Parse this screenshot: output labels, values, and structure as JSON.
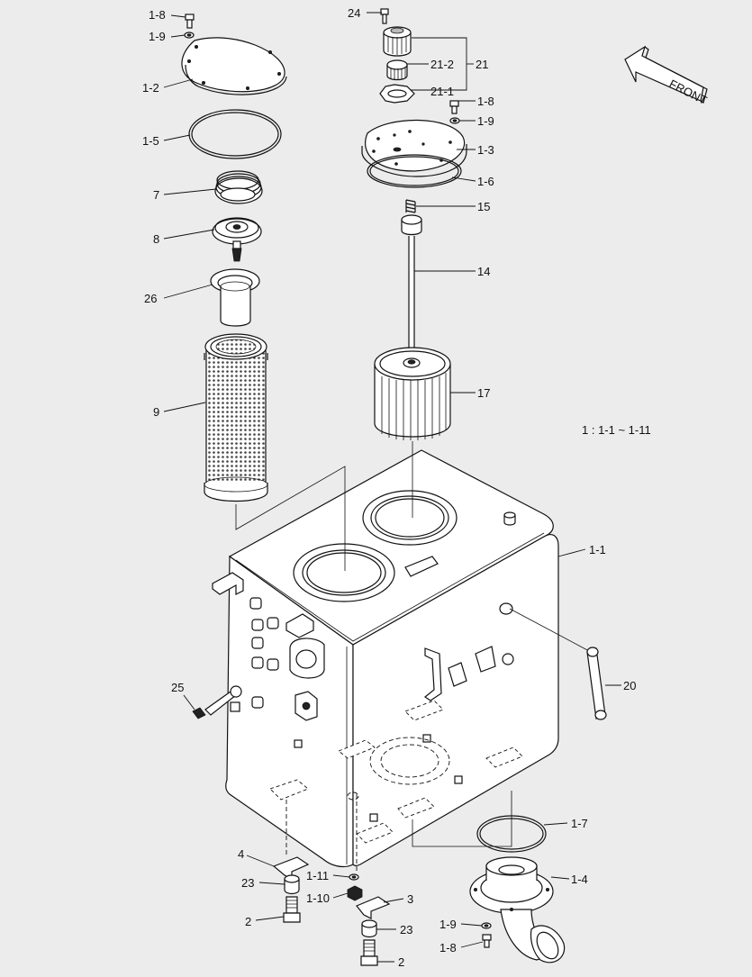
{
  "labels": {
    "l_1_8_a": "1-8",
    "l_1_9_a": "1-9",
    "l_1_2": "1-2",
    "l_1_5": "1-5",
    "l_7": "7",
    "l_8": "8",
    "l_26": "26",
    "l_9": "9",
    "l_24": "24",
    "l_21_2": "21-2",
    "l_21": "21",
    "l_21_1": "21-1",
    "l_1_8_b": "1-8",
    "l_1_9_b": "1-9",
    "l_1_3": "1-3",
    "l_1_6": "1-6",
    "l_15": "15",
    "l_14": "14",
    "l_17": "17",
    "l_1_1": "1-1",
    "l_25": "25",
    "l_20": "20",
    "l_1_7": "1-7",
    "l_1_4": "1-4",
    "l_4": "4",
    "l_23_a": "23",
    "l_2_a": "2",
    "l_1_11": "1-11",
    "l_1_10": "1-10",
    "l_3": "3",
    "l_23_b": "23",
    "l_2_b": "2",
    "l_1_9_c": "1-9",
    "l_1_8_c": "1-8"
  },
  "note": "1 : 1-1 ~ 1-11",
  "front_label": "FRONT"
}
